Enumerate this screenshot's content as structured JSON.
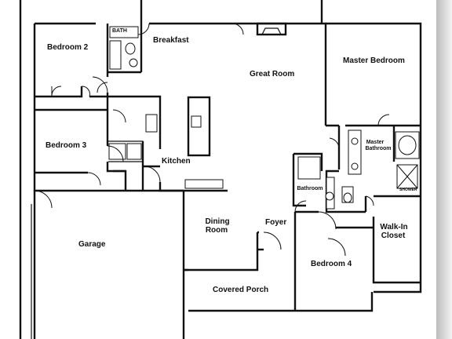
{
  "rooms": {
    "bedroom2": "Bedroom 2",
    "breakfast": "Breakfast",
    "great_room": "Great Room",
    "master_bedroom": "Master Bedroom",
    "bedroom3": "Bedroom 3",
    "kitchen": "Kitchen",
    "master_bathroom_1": "Master",
    "master_bathroom_2": "Bathroom",
    "bathroom": "Bathroom",
    "garage": "Garage",
    "dining_1": "Dining",
    "dining_2": "Room",
    "foyer": "Foyer",
    "walkin_1": "Walk-In",
    "walkin_2": "Closet",
    "bedroom4": "Bedroom 4",
    "covered_porch": "Covered Porch"
  },
  "fixtures": {
    "bath_tub": "BATH",
    "shower": "SHOWER"
  }
}
